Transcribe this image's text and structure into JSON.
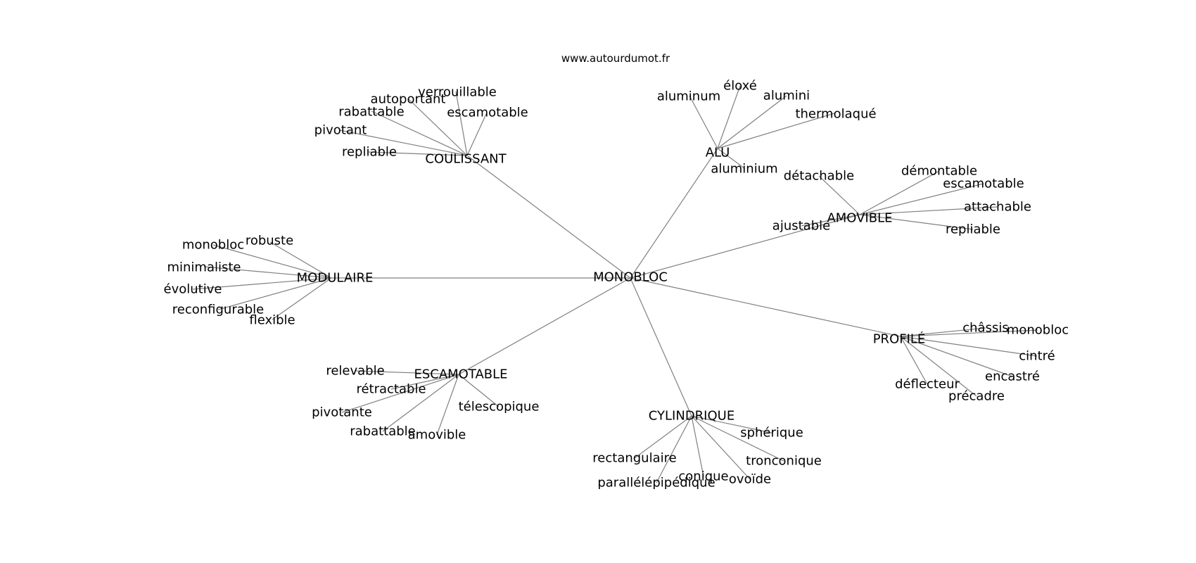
{
  "site": "www.autourdumot.fr",
  "colors": {
    "edge": "#808080",
    "text": "#000000",
    "background": "#ffffff"
  },
  "center": "MONOBLOC",
  "clusters": [
    {
      "id": "coulissant",
      "label": "COULISSANT",
      "words": [
        "verrouillable",
        "autoportant",
        "rabattable",
        "escamotable",
        "pivotant",
        "repliable"
      ]
    },
    {
      "id": "alu",
      "label": "ALU",
      "words": [
        "aluminum",
        "éloxé",
        "alumini",
        "thermolaqué",
        "aluminium"
      ]
    },
    {
      "id": "amovible",
      "label": "AMOVIBLE",
      "words": [
        "démontable",
        "détachable",
        "escamotable",
        "attachable",
        "ajustable",
        "repliable"
      ]
    },
    {
      "id": "modulaire",
      "label": "MODULAIRE",
      "words": [
        "robuste",
        "monobloc",
        "minimaliste",
        "évolutive",
        "reconfigurable",
        "flexible"
      ]
    },
    {
      "id": "profile",
      "label": "PROFILÉ",
      "words": [
        "châssis",
        "monobloc",
        "cintré",
        "encastré",
        "déflecteur",
        "précadre"
      ]
    },
    {
      "id": "escamotable",
      "label": "ESCAMOTABLE",
      "words": [
        "relevable",
        "rétractable",
        "télescopique",
        "pivotante",
        "rabattable",
        "amovible"
      ]
    },
    {
      "id": "cylindrique",
      "label": "CYLINDRIQUE",
      "words": [
        "sphérique",
        "rectangulaire",
        "tronconique",
        "conique",
        "ovoïde",
        "parallélépipédique"
      ]
    }
  ]
}
